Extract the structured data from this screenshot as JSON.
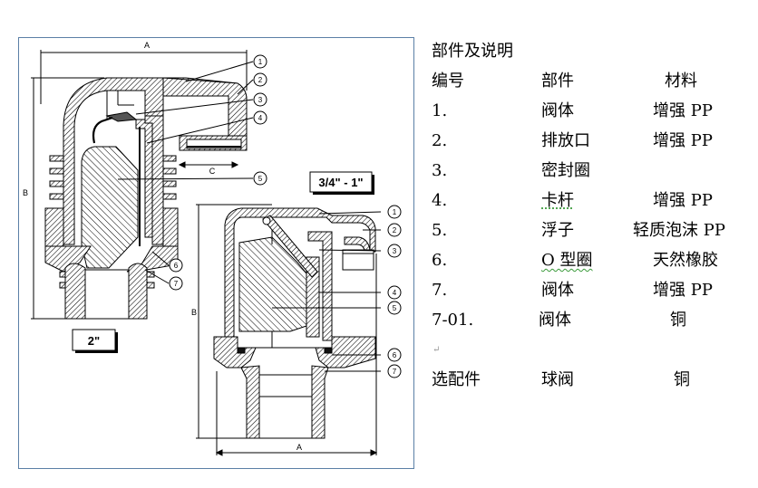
{
  "drawing": {
    "size_labels": {
      "large": "2\"",
      "small": "3/4\" - 1\""
    },
    "dimension_labels": {
      "a": "A",
      "b": "B",
      "c": "C"
    },
    "large_valve_callouts": [
      "1",
      "2",
      "3",
      "4",
      "5",
      "6",
      "7"
    ],
    "small_valve_callouts": [
      "1",
      "2",
      "3",
      "4",
      "5",
      "6",
      "7"
    ]
  },
  "parts_list": {
    "title": "部件及说明",
    "headers": {
      "number": "编号",
      "part": "部件",
      "material": "材料"
    },
    "rows": [
      {
        "number": "1.",
        "part": "阀体",
        "material": "增强 PP"
      },
      {
        "number": "2.",
        "part": "排放口",
        "material": "增强 PP"
      },
      {
        "number": "3.",
        "part": "密封圈",
        "material": ""
      },
      {
        "number": "4.",
        "part": "卡杆",
        "material": "增强 PP"
      },
      {
        "number": "5.",
        "part": "浮子",
        "material": "轻质泡沫 PP"
      },
      {
        "number": "6.",
        "part": "O 型圈",
        "material": "天然橡胶"
      },
      {
        "number": "7.",
        "part": "阀体",
        "material": "增强 PP"
      },
      {
        "number": "7-01.",
        "part": "阀体",
        "material": "铜"
      }
    ],
    "optional": {
      "label": "选配件",
      "part": "球阀",
      "material": "铜"
    },
    "paragraph_mark": "↵"
  },
  "colors": {
    "frame": "#5b7fa6",
    "line": "#000000",
    "spellcheck": "#3a9a3a"
  }
}
